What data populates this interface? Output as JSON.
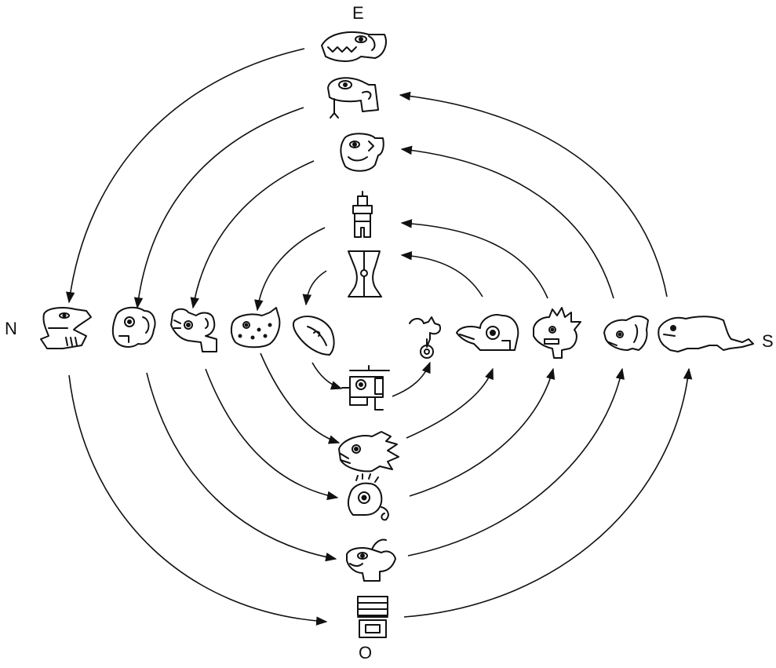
{
  "directions": {
    "east": "E",
    "north": "N",
    "south": "S",
    "west": "O"
  },
  "glyphs": [
    "crocodile",
    "wind",
    "house",
    "lizard",
    "serpent",
    "death",
    "deer",
    "rabbit",
    "water",
    "dog",
    "monkey",
    "grass",
    "reed",
    "jaguar",
    "eagle",
    "vulture",
    "movement",
    "flint",
    "rain",
    "flower"
  ],
  "colors": {
    "ink": "#111111",
    "background": "#ffffff"
  }
}
